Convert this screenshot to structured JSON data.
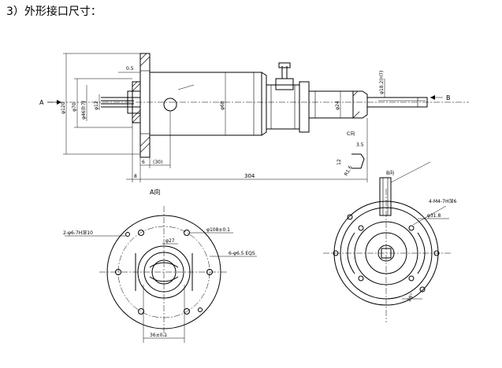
{
  "heading": "3）外形接口尺寸：",
  "side_view": {
    "label_a": "A",
    "label_b": "B",
    "note_top1": "0.5",
    "dim_120": "φ120",
    "dim_70": "φ70",
    "dim_12": "φ12",
    "dim_46h7": "φ46(h7)",
    "dim_68": "φ68",
    "dim_24": "φ24",
    "dim_18": "φ18.2(H7)",
    "dim_6": "6",
    "dim_30": "(30)",
    "dim_8": "8",
    "dim_304": "304",
    "view_a_label": "A向",
    "detail_c": "C向",
    "detail_35": "3.5",
    "detail_12": "12",
    "detail_r16": "R1.6",
    "detail_bx": "B向"
  },
  "view_a": {
    "dim_holes_top": "2-φ6-7H深10",
    "dim_27": "φ27",
    "dim_108": "φ108±0.1",
    "dim_holes_eqs": "6-φ6.5 EQS",
    "dim_36": "36±0.1"
  },
  "view_b": {
    "dim_m4": "4-M4-7H深6",
    "dim_318": "φ31.8",
    "dim_28": "28°"
  }
}
